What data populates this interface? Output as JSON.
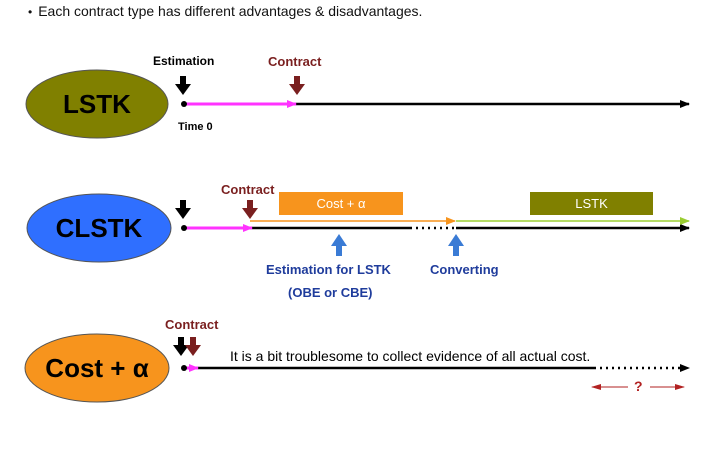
{
  "header": {
    "bullet": "•",
    "text": "Each contract type has different advantages & disadvantages."
  },
  "lstk": {
    "ellipse_label": "LSTK",
    "estimation_label": "Estimation",
    "contract_label": "Contract",
    "time_label": "Time 0"
  },
  "clstk": {
    "ellipse_label": "CLSTK",
    "contract_label": "Contract",
    "cost_box_label": "Cost + α",
    "lstk_box_label": "LSTK",
    "estimation_label": "Estimation for LSTK",
    "estimation_sub_label": "(OBE or CBE)",
    "converting_label": "Converting"
  },
  "cost": {
    "ellipse_label": "Cost + α",
    "contract_label": "Contract",
    "note": "It is a bit troublesome to collect evidence of all actual cost.",
    "question_label": "?"
  },
  "colors": {
    "lstk_ellipse": "#808000",
    "clstk_ellipse": "#2f6fff",
    "cost_ellipse": "#f7941d",
    "magenta": "#ff33ff",
    "orange": "#f7941d",
    "olive": "#808000",
    "olive_line": "#9acd32",
    "dark_red": "#7a1f1f",
    "blue_arrow": "#3a7bd5"
  }
}
